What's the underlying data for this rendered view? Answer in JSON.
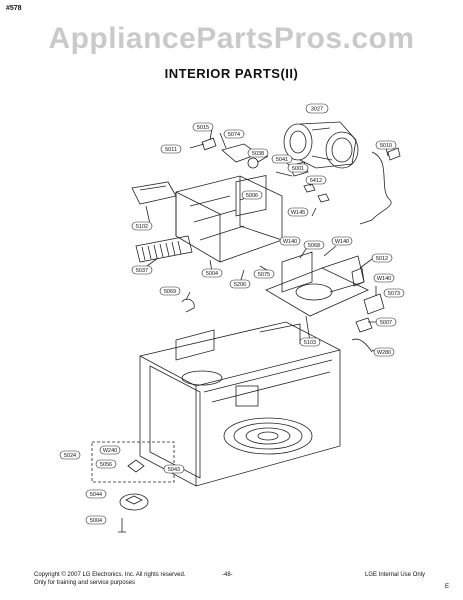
{
  "corner_code": "#578",
  "watermark": "AppliancePartsPros.com",
  "title": "INTERIOR PARTS(II)",
  "footer": {
    "copyright_line1": "Copyright © 2007 LG Electronics. Inc. All rights reserved.",
    "copyright_line2": "Only for training and service purposes",
    "page": "-48-",
    "internal": "LGE Internal Use Only",
    "corner_mark": "E"
  },
  "callouts": [
    "3027",
    "5015",
    "5074",
    "5011",
    "5038",
    "5041",
    "5001",
    "5412",
    "5010",
    "5102",
    "5006",
    "W145",
    "W140",
    "5068",
    "W140",
    "5012",
    "5037",
    "5004",
    "5075",
    "5206",
    "W140",
    "5069",
    "5073",
    "5103",
    "5007",
    "W280",
    "5024",
    "W240",
    "5056",
    "5043",
    "5044",
    "5004"
  ]
}
